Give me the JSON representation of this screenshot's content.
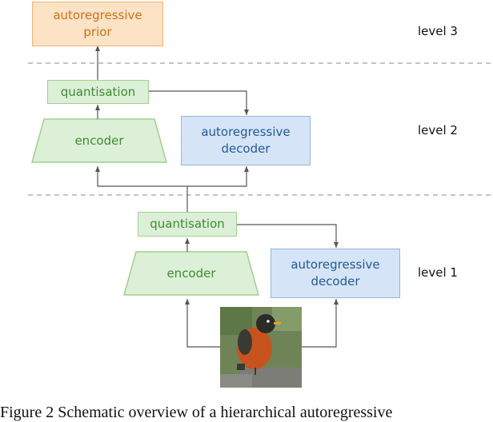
{
  "nodes": {
    "prior3": "autoregressive\nprior",
    "quant2": "quantisation",
    "enc2": "encoder",
    "dec2": "autoregressive\ndecoder",
    "quant1": "quantisation",
    "enc1": "encoder",
    "dec1": "autoregressive\ndecoder"
  },
  "levels": {
    "level3": "level 3",
    "level2": "level 2",
    "level1": "level 1"
  },
  "image": {
    "description_icon": "bird-image"
  },
  "caption": "Figure 2 Schematic overview of a hierarchical autoregressive"
}
